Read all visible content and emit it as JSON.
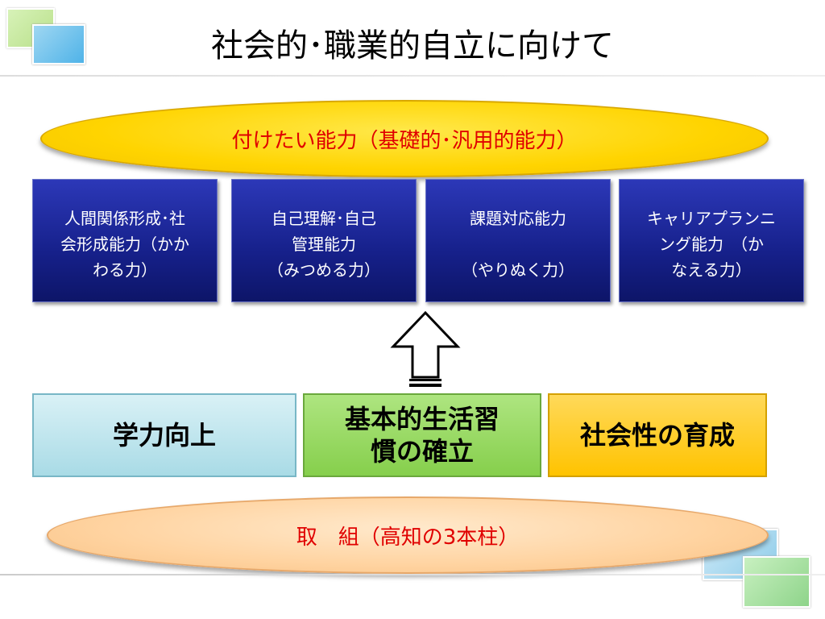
{
  "slide": {
    "title": "社会的･職業的自立に向けて"
  },
  "goal": {
    "label": "付けたい能力（基礎的･汎用的能力）"
  },
  "capabilities": [
    {
      "label": "人間関係形成･社\n会形成能力（かか\nわる力）"
    },
    {
      "label": "自己理解･自己\n管理能力\n（みつめる力）"
    },
    {
      "label": "課題対応能力\n\n（やりぬく力）"
    },
    {
      "label": "キャリアプランニ\nング能力　（か\nなえる力）"
    }
  ],
  "pillars": [
    {
      "label": "学力向上"
    },
    {
      "label": "基本的生活習\n慣の確立"
    },
    {
      "label": "社会性の育成"
    }
  ],
  "foundation": {
    "label": "取　組（高知の3本柱）"
  },
  "colors": {
    "goal_fill": "#ffd400",
    "goal_text": "#e00000",
    "capability_fill": "#16208a",
    "pillar_1": "#a9dbe6",
    "pillar_2": "#86cf4c",
    "pillar_3": "#ffc300",
    "foundation_fill": "#ffd3a0"
  },
  "icons": {
    "up_arrow": "outline-up-arrow-icon"
  }
}
